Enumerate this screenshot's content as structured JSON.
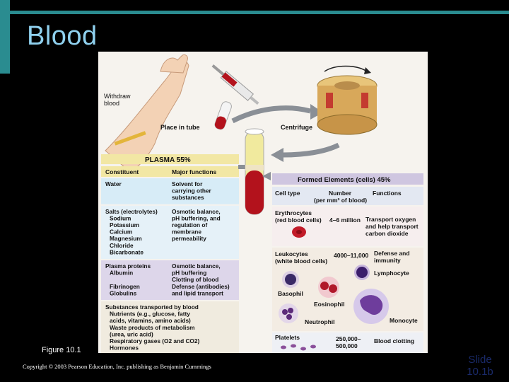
{
  "slide": {
    "title": "Blood",
    "figure_caption": "Figure 10.1",
    "copyright": "Copyright © 2003 Pearson Education, Inc. publishing as Benjamin Cummings",
    "slide_number_line1": "Slide",
    "slide_number_line2": "10.1b"
  },
  "figure": {
    "steps": {
      "withdraw": [
        "Withdraw",
        "blood"
      ],
      "place_in_tube": "Place in tube",
      "centrifuge": "Centrifuge"
    },
    "plasma": {
      "header": "PLASMA 55%",
      "col_constituent": "Constituent",
      "col_functions": "Major functions",
      "rows": [
        {
          "left": [
            "Water"
          ],
          "right": [
            "Solvent for",
            "carrying other",
            "substances"
          ],
          "color": "#d7ecf7"
        },
        {
          "left": [
            "Salts (electrolytes)",
            "  Sodium",
            "  Potassium",
            "  Calcium",
            "  Magnesium",
            "  Chloride",
            "  Bicarbonate"
          ],
          "right": [
            "Osmotic balance,",
            "pH buffering, and",
            "regulation of",
            "membrane",
            "permeability"
          ],
          "color": "#e5f1f8"
        },
        {
          "left": [
            "Plasma proteins",
            "  Albumin",
            "",
            "  Fibrinogen",
            "  Globulins"
          ],
          "right": [
            "Osmotic balance,",
            "pH buffering",
            "Clotting of blood",
            "Defense (antibodies)",
            "and lipid transport"
          ],
          "color": "#ddd6ea"
        },
        {
          "left": [
            "Substances transported by blood",
            "  Nutrients (e.g., glucose, fatty",
            "    acids, vitamins, amino acids)",
            "  Waste products of metabolism",
            "    (urea, uric acid)",
            "  Respiratory gases (O2 and CO2)",
            "  Hormones"
          ],
          "right": [],
          "color": "#f0ebdf"
        }
      ]
    },
    "formed": {
      "header": "Formed Elements (cells) 45%",
      "col_cell_type": "Cell type",
      "col_number": [
        "Number",
        "(per mm³ of blood)"
      ],
      "col_functions": "Functions",
      "erythrocytes": {
        "name": [
          "Erythrocytes",
          "(red blood cells)"
        ],
        "number": "4–6 million",
        "function": [
          "Transport oxygen",
          "and help transport",
          "carbon dioxide"
        ]
      },
      "leukocytes": {
        "name": [
          "Leukocytes",
          "(white blood cells)"
        ],
        "number": "4000–11,000",
        "function": [
          "Defense and",
          "immunity"
        ],
        "cells": {
          "lymphocyte": "Lymphocyte",
          "basophil": "Basophil",
          "eosinophil": "Eosinophil",
          "neutrophil": "Neutrophil",
          "monocyte": "Monocyte"
        }
      },
      "platelets": {
        "name": "Platelets",
        "number": [
          "250,000–",
          "500,000"
        ],
        "function": "Blood clotting"
      }
    }
  },
  "colors": {
    "accent_teal": "#2a8c90",
    "title_blue": "#8fd0ee",
    "slide_number": "#1a2a6a",
    "plasma_yellow": "#f2e7a4",
    "formed_purple": "#cfc6e0",
    "blood_red": "#b3121c"
  }
}
